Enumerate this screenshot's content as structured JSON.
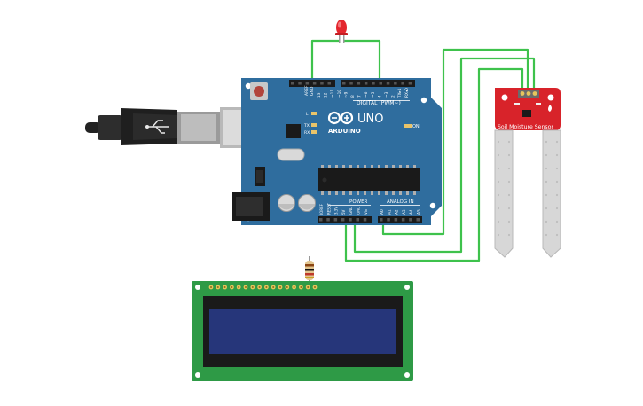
{
  "arduino": {
    "brand": "ARDUINO",
    "model": "UNO",
    "digital_label": "DIGITAL (PWM~)",
    "analog_label": "ANALOG IN",
    "power_label": "POWER",
    "on_label": "ON",
    "aref_label": "AREF",
    "gnd_label": "GND",
    "l_label": "L",
    "tx_label": "TX",
    "rx_label": "RX",
    "digital_pins": [
      "13",
      "12",
      "~11",
      "~10",
      "~9",
      "8",
      "7",
      "~6",
      "~5",
      "4",
      "~3",
      "2",
      "TX▸1",
      "RX◂0"
    ],
    "power_pins": [
      "IOREF",
      "RESET",
      "3.3V",
      "5V",
      "GND",
      "GND",
      "Vin"
    ],
    "analog_pins": [
      "A0",
      "A1",
      "A2",
      "A3",
      "A4",
      "A5"
    ]
  },
  "sensor": {
    "label": "Soil Moisture Sensor",
    "board_color": "#d8232a"
  },
  "colors": {
    "board": "#2f6d9e",
    "wire": "#3ec24c",
    "lcd_board": "#2e9a46",
    "lcd_screen": "#26367a",
    "led": "#e3262d",
    "usb": "#333333"
  },
  "icons": {
    "usb_cable": "usb-cable-icon",
    "led": "led-icon",
    "resistor": "resistor-icon"
  }
}
